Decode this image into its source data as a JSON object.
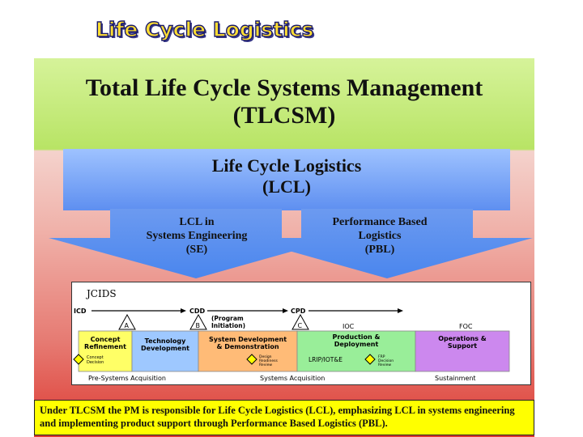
{
  "slide_title": "Life Cycle Logistics",
  "tlcsm": {
    "line1": "Total Life Cycle Systems Management",
    "line2": "(TLCSM)"
  },
  "lcl": {
    "line1": "Life Cycle Logistics",
    "line2": "(LCL)"
  },
  "arrows": {
    "left": {
      "line1": "LCL in",
      "line2": "Systems Engineering",
      "line3": "(SE)"
    },
    "right": {
      "line1": "Performance Based",
      "line2": "Logistics",
      "line3": "(PBL)"
    }
  },
  "chart": {
    "jcids": "JCIDS",
    "docs": {
      "icd": "ICD",
      "cdd": "CDD",
      "cpd": "CPD",
      "ioc": "IOC",
      "foc": "FOC"
    },
    "program_initiation": {
      "line1": "(Program",
      "line2": "Initiation)"
    },
    "milestones": [
      "A",
      "B",
      "C"
    ],
    "phases": [
      {
        "line1": "Concept",
        "line2": "Refinement",
        "color": "#ffff66"
      },
      {
        "line1": "Technology",
        "line2": "Development",
        "color": "#9ec8ff"
      },
      {
        "line1": "System Development",
        "line2": "& Demonstration",
        "color": "#ffbb77"
      },
      {
        "line1": "Production &",
        "line2": "Deployment",
        "color": "#99ee99"
      },
      {
        "line1": "Operations &",
        "line2": "Support",
        "color": "#cc88ee"
      }
    ],
    "reviews": {
      "concept": {
        "line1": "Concept",
        "line2": "Decision"
      },
      "design": {
        "line1": "Design",
        "line2": "Readiness",
        "line3": "Review"
      },
      "lrip": "LRIP/IOT&E",
      "frp": {
        "line1": "FRP",
        "line2": "Decision",
        "line3": "Review"
      }
    },
    "bottom": {
      "pre": "Pre-Systems Acquisition",
      "acq": "Systems Acquisition",
      "sust": "Sustainment"
    }
  },
  "note": "Under TLCSM the PM is responsible for Life Cycle Logistics (LCL), emphasizing LCL in systems engineering and implementing product support through Performance Based Logistics (PBL).",
  "colors": {
    "title_fill": "#ffdd33",
    "title_outline": "#1a1a6a",
    "tlcsm_band": "#b8e465",
    "lcl_band": "#6e9cf2",
    "note_background": "#ffff00"
  }
}
